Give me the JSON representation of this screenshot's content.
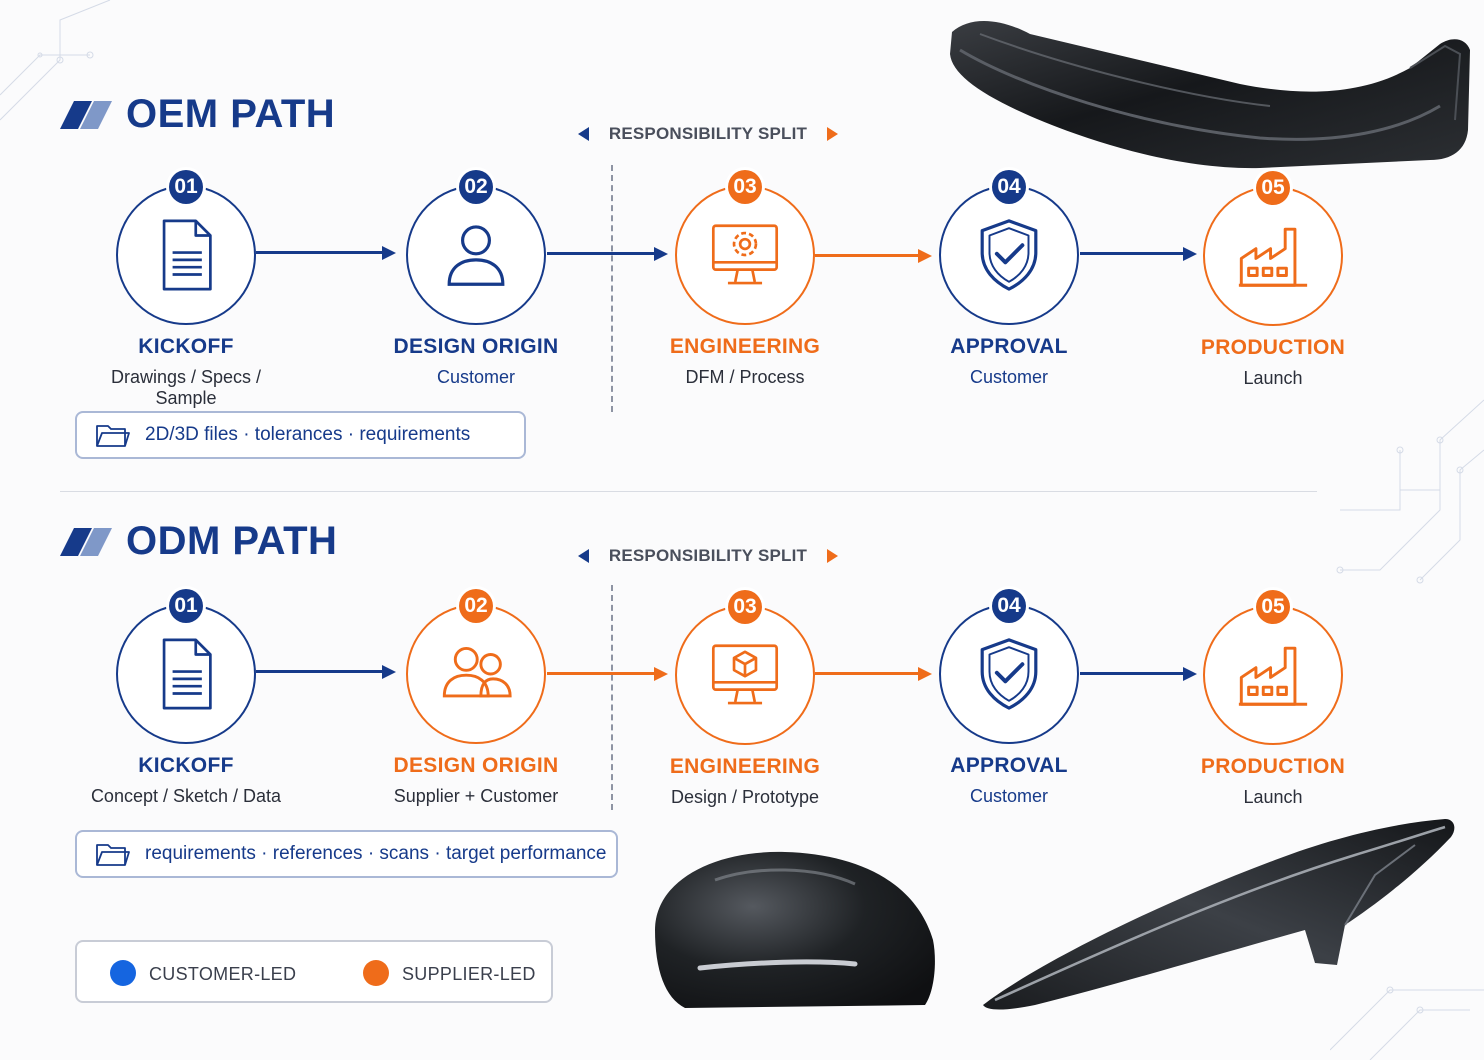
{
  "colors": {
    "customer": "#163a8a",
    "supplier": "#ef6c1a"
  },
  "oem": {
    "title": "OEM PATH",
    "split_label": "RESPONSIBILITY SPLIT",
    "steps": [
      {
        "num": "01",
        "name": "KICKOFF",
        "sub": "Drawings / Specs / Sample",
        "icon": "document-icon",
        "lead": "customer"
      },
      {
        "num": "02",
        "name": "DESIGN ORIGIN",
        "sub": "Customer",
        "icon": "user-icon",
        "lead": "customer"
      },
      {
        "num": "03",
        "name": "ENGINEERING",
        "sub": "DFM / Process",
        "icon": "monitor-gear-icon",
        "lead": "supplier"
      },
      {
        "num": "04",
        "name": "APPROVAL",
        "sub": "Customer",
        "icon": "shield-check-icon",
        "lead": "customer"
      },
      {
        "num": "05",
        "name": "PRODUCTION",
        "sub": "Launch",
        "icon": "factory-icon",
        "lead": "supplier"
      }
    ],
    "info": "2D/3D files · tolerances · requirements"
  },
  "odm": {
    "title": "ODM PATH",
    "split_label": "RESPONSIBILITY SPLIT",
    "steps": [
      {
        "num": "01",
        "name": "KICKOFF",
        "sub": "Concept / Sketch / Data",
        "icon": "document-icon",
        "lead": "customer"
      },
      {
        "num": "02",
        "name": "DESIGN ORIGIN",
        "sub": "Supplier + Customer",
        "icon": "users-icon",
        "lead": "supplier"
      },
      {
        "num": "03",
        "name": "ENGINEERING",
        "sub": "Design / Prototype",
        "icon": "monitor-cube-icon",
        "lead": "supplier"
      },
      {
        "num": "04",
        "name": "APPROVAL",
        "sub": "Customer",
        "icon": "shield-check-icon",
        "lead": "customer"
      },
      {
        "num": "05",
        "name": "PRODUCTION",
        "sub": "Launch",
        "icon": "factory-icon",
        "lead": "supplier"
      }
    ],
    "info": "requirements · references · scans · target performance"
  },
  "legend": [
    {
      "label": "CUSTOMER-LED",
      "color": "#1565e0"
    },
    {
      "label": "SUPPLIER-LED",
      "color": "#ef6c1a"
    }
  ],
  "products": [
    "front-lip-spoiler",
    "mirror-cap",
    "side-wing-trim"
  ]
}
